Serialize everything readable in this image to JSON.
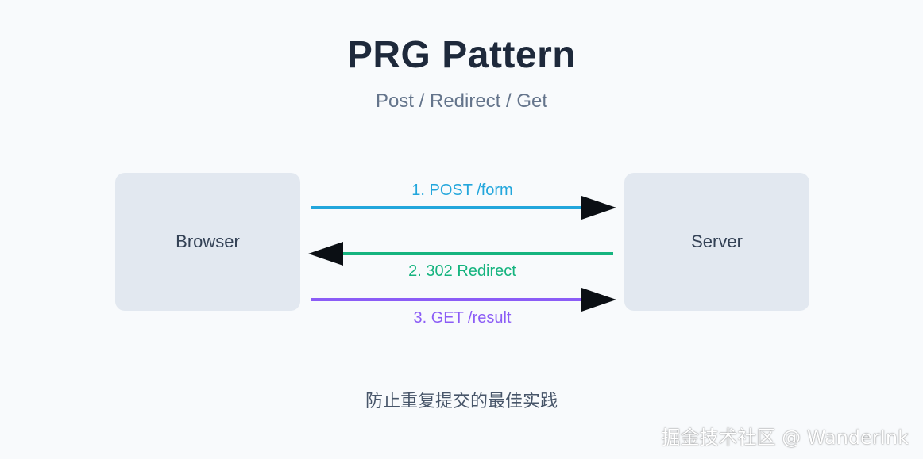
{
  "title": "PRG Pattern",
  "subtitle": "Post / Redirect / Get",
  "nodes": {
    "browser": "Browser",
    "server": "Server"
  },
  "arrows": [
    {
      "label": "1. POST /form",
      "direction": "browser-to-server",
      "color": "#22a6dc"
    },
    {
      "label": "2. 302 Redirect",
      "direction": "server-to-browser",
      "color": "#16b47f"
    },
    {
      "label": "3. GET /result",
      "direction": "browser-to-server",
      "color": "#8b5cf6"
    }
  ],
  "footer": "防止重复提交的最佳实践",
  "watermark": "掘金技术社区 @ WanderInk"
}
